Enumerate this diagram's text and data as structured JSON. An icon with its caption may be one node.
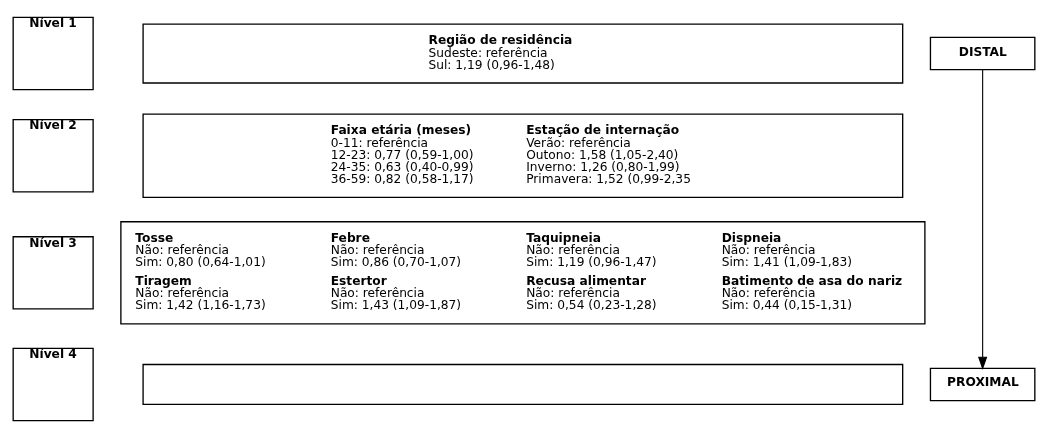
{
  "diagram": {
    "nodes": [
      {
        "text": [
          "Nível 1"
        ]
      },
      {
        "text": [
          "Região de residência",
          "Sudeste: referência",
          "Sul: 1,19 (0,96-1,48)"
        ]
      },
      {
        "text": [
          "DISTAL"
        ]
      },
      {
        "text": [
          "Nível 2"
        ]
      },
      {
        "text": [
          "Faixa etária (meses)",
          "0-11: referência",
          "12-23: 0,77 (0,59-1,00)",
          "24-35: 0,63 (0,40-0,99)",
          "36-59: 0,82 (0,58-1,17)",
          "Estação de internação",
          "Verão: referência",
          "Outono: 1,58 (1,05-2,40)",
          "Inverno: 1,26 (0,80-1,99)",
          "Primavera: 1,52 (0,99-2,35"
        ]
      },
      {
        "text": [
          "Nível 3"
        ]
      },
      {
        "text": [
          "Tosse",
          "Não: referência",
          "Sim: 0,80 (0,64-1,01)",
          "Febre",
          "Não: referência",
          "Sim: 0,86 (0,70-1,07)",
          "Taquipneia",
          "Não: referência",
          "Sim: 1,19 (0,96-1,47)",
          "Dispneia",
          "Não: referência",
          "Sim: 1,41 (1,09-1,83)",
          "Tiragem",
          "Não: referência",
          "Sim: 1,42 (1,16-1,73)",
          "Estertor",
          "Não: referência",
          "Sim: 1,43 (1,09-1,87)",
          "Recusa alimentar",
          "Não: referência",
          "Sim: 0,54 (0,23-1,28)",
          "Batimento de asa do nariz",
          "Não: referência",
          "Sim: 0,44 (0,15-1,31)"
        ]
      },
      {
        "text": [
          "Nível 4"
        ]
      },
      {
        "text": [],
        "shape": "box"
      },
      {
        "text": [
          "PROXIMAL"
        ]
      }
    ],
    "edges": [
      {
        "from": 2,
        "to": 9,
        "arrow": "to"
      }
    ]
  }
}
